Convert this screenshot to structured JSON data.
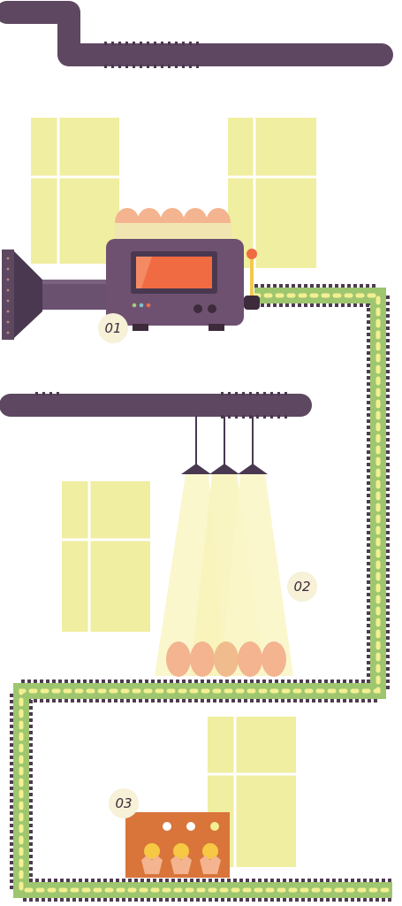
{
  "steps": [
    {
      "label": "01"
    },
    {
      "label": "02"
    },
    {
      "label": "03"
    }
  ],
  "colors": {
    "pipe": "#5e4760",
    "pipe_dark": "#4a3850",
    "window": "#f0eea0",
    "window_frame": "#ffffff",
    "egg": "#f3b48f",
    "conveyor_green": "#9ec66f",
    "conveyor_dot": "#f4ef92",
    "conveyor_border": "#4e3a52",
    "screen": "#f06b42",
    "light_beam": "#faf6c8",
    "crate": "#d9743a",
    "chick": "#f6c843",
    "label_bg": "#f6f1d7"
  },
  "icons": [
    "egg-icon",
    "chick-icon",
    "lamp-icon",
    "lever-icon",
    "incubator-machine"
  ]
}
